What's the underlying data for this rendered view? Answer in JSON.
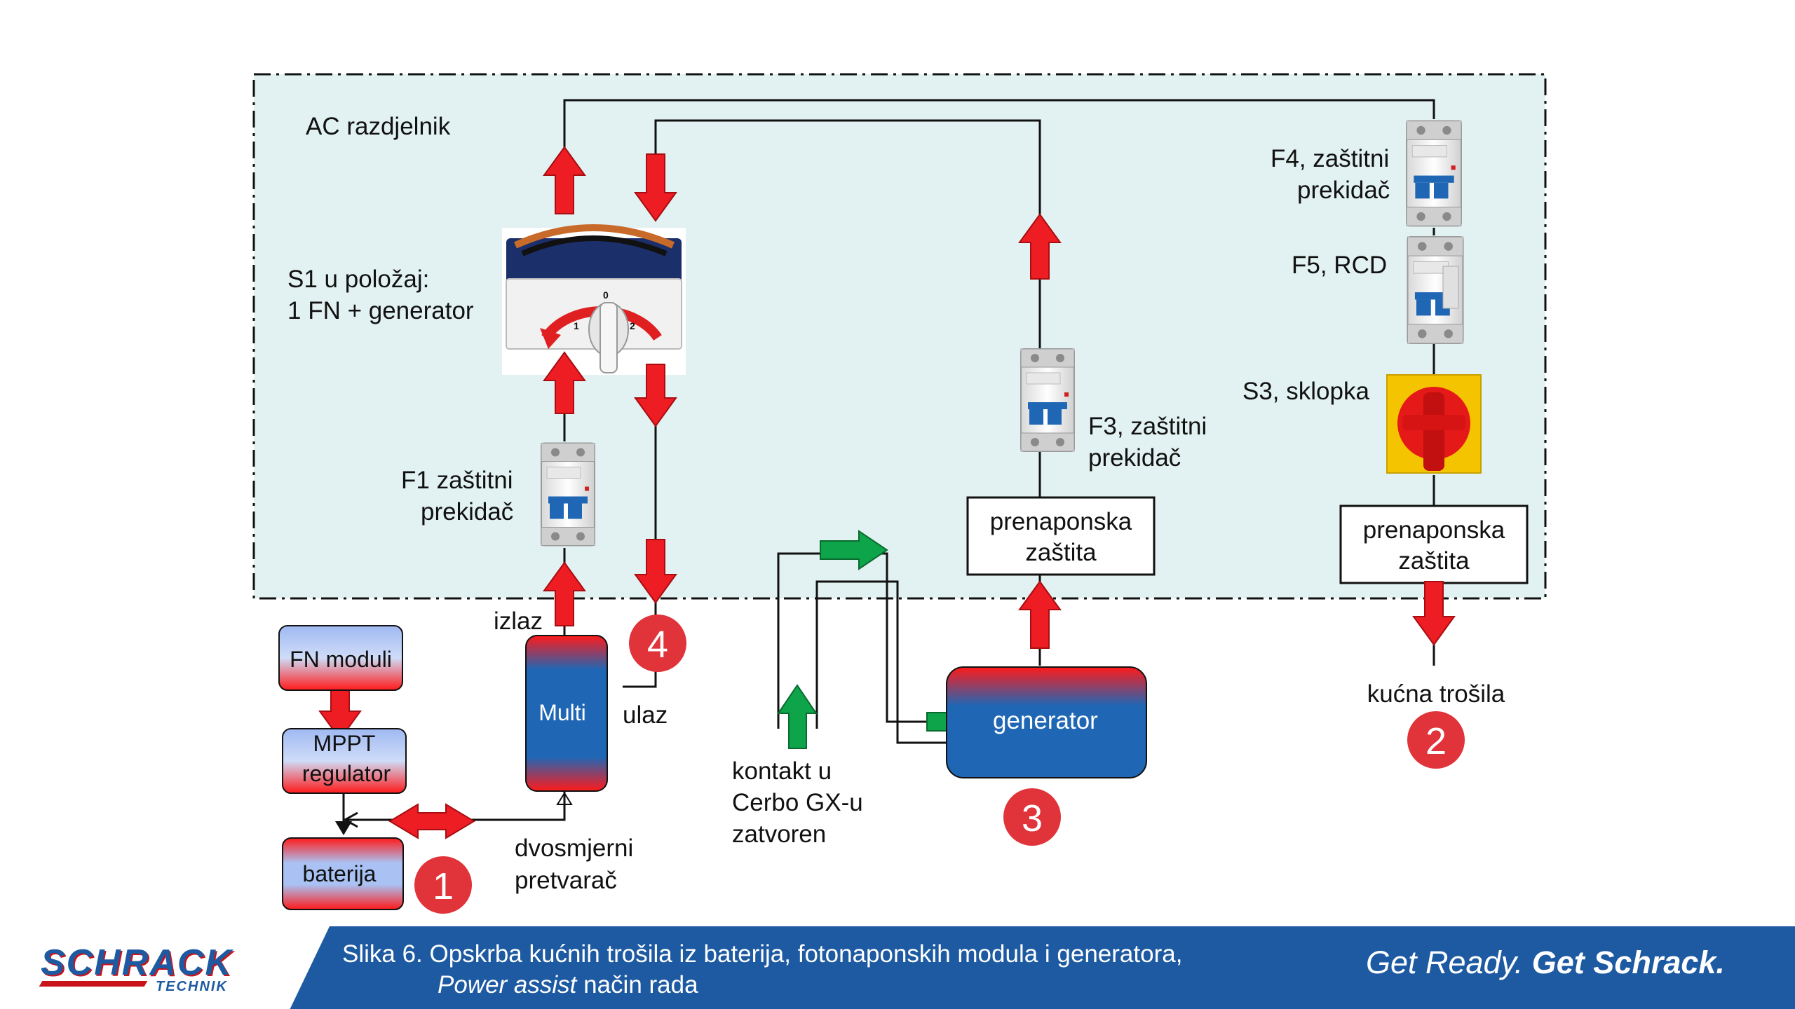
{
  "diagram": {
    "ac_box_label": "AC razdjelnik",
    "s1_label_line1": "S1 u položaj:",
    "s1_label_line2": "1 FN + generator",
    "f1_line1": "F1 zaštitni",
    "f1_line2": "prekidač",
    "f3_line1": "F3, zaštitni",
    "f3_line2": "prekidač",
    "f4_line1": "F4, zaštitni",
    "f4_line2": "prekidač",
    "f5_label": "F5, RCD",
    "s3_label": "S3, sklopka",
    "surge1_line1": "prenaponska",
    "surge1_line2": "zaštita",
    "surge2_line1": "prenaponska",
    "surge2_line2": "zaštita",
    "fn_moduli": "FN moduli",
    "mppt_line1": "MPPT",
    "mppt_line2": "regulator",
    "baterija": "baterija",
    "multi": "Multi",
    "izlaz": "izlaz",
    "ulaz": "ulaz",
    "dvosmjerni": "dvosmjerni",
    "pretvarac": "pretvarač",
    "generator": "generator",
    "kontakt_line1": "kontakt u",
    "kontakt_line2": "Cerbo GX-u",
    "kontakt_line3": "zatvoren",
    "kucna_trosila": "kućna trošila",
    "badge1": "1",
    "badge2": "2",
    "badge3": "3",
    "badge4": "4",
    "switch_pos0": "0",
    "switch_pos1": "1",
    "switch_pos2": "2"
  },
  "footer": {
    "logo_main": "SCHRACK",
    "logo_sub": "TECHNIK",
    "caption_line1": "Slika 6. Opskrba kućnih trošila iz baterija, fotonaponskih modula i generatora,",
    "caption_line2_italic": "Power assist",
    "caption_line2_rest": " način rada",
    "slogan_part1": "Get Ready. ",
    "slogan_part2": "Get Schrack."
  },
  "colors": {
    "ac_box_fill": "#e2f1f1",
    "arrow_red": "#ee1d23",
    "arrow_green": "#0ea44a",
    "badge_red": "#e0333a",
    "footer_blue": "#1d5aa1",
    "multi_blue": "#1f67b5"
  }
}
